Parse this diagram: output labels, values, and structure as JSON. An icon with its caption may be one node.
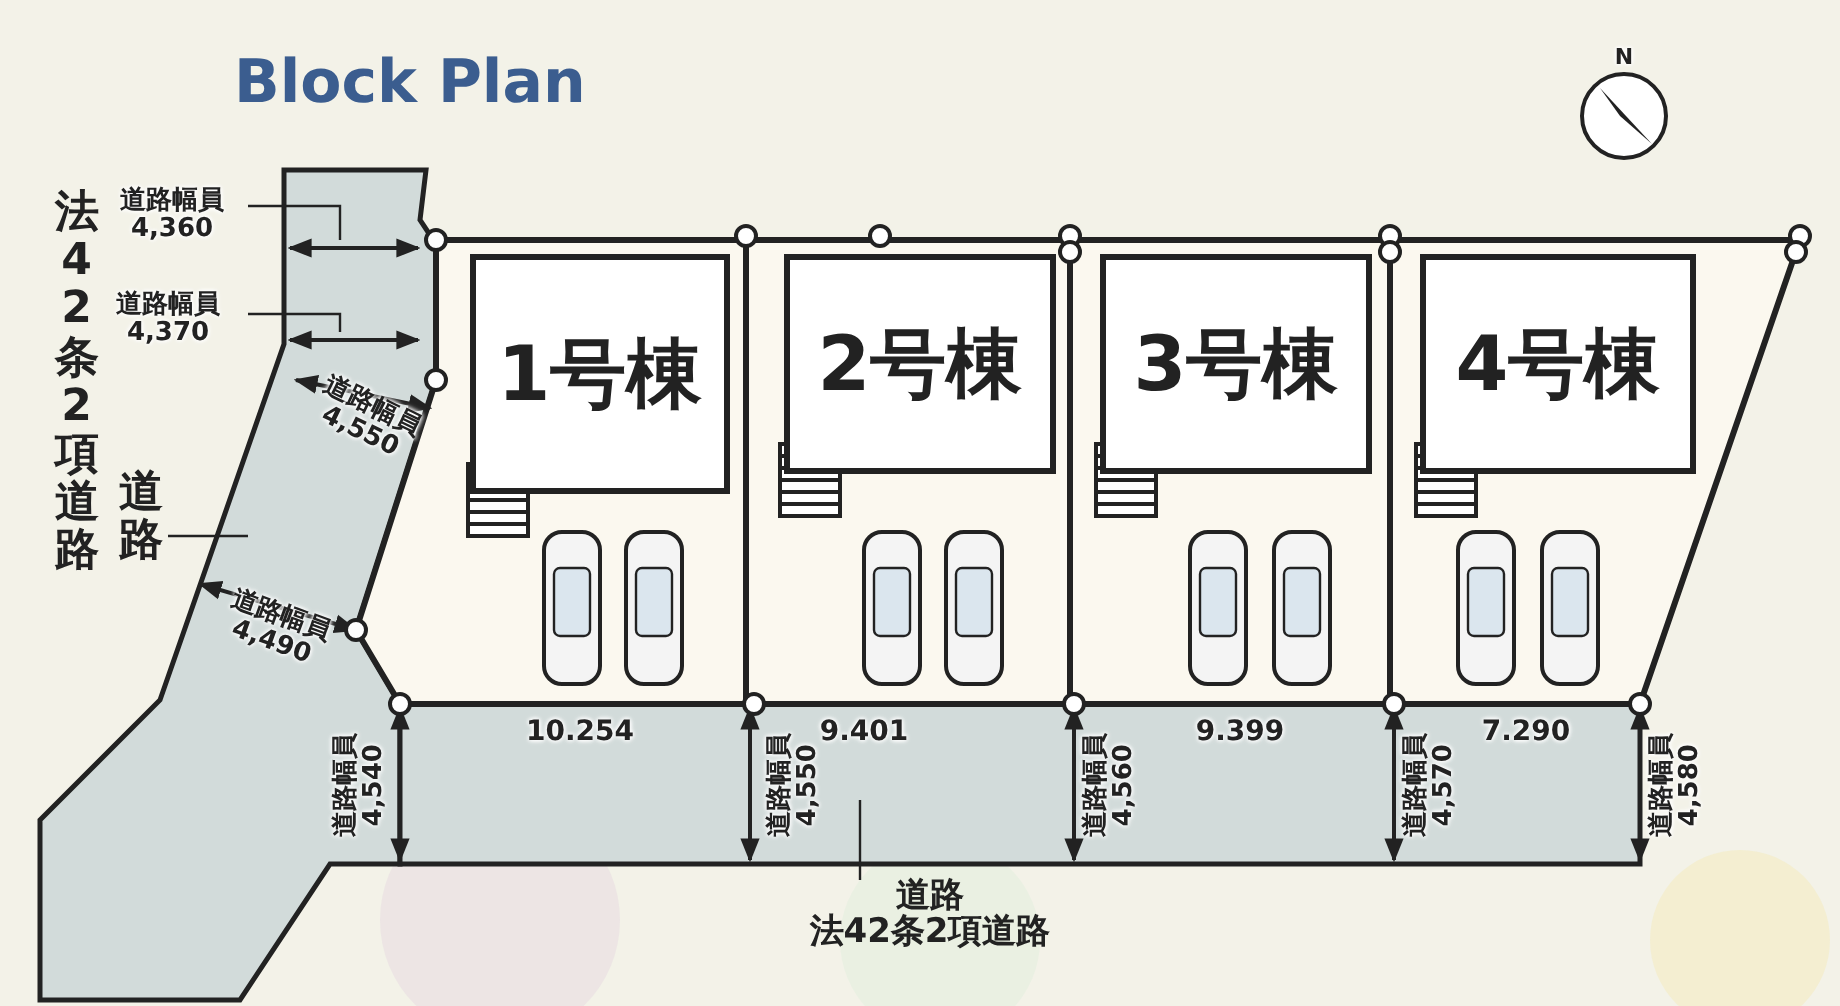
{
  "diagram": {
    "title": "Block Plan",
    "nodes": [
      {
        "text": [
          "1号棟"
        ]
      },
      {
        "text": [
          "2号棟"
        ]
      },
      {
        "text": [
          "3号棟"
        ]
      },
      {
        "text": [
          "4号棟"
        ]
      },
      {
        "text": [
          "道路幅員 4,360"
        ]
      },
      {
        "text": [
          "道路幅員 4,370"
        ]
      },
      {
        "text": [
          "法42条2項道路",
          "道路"
        ]
      },
      {
        "text": [
          "道路",
          "法42条2項道路"
        ]
      }
    ],
    "edges": [
      {
        "from": 4,
        "to": null,
        "arrow": "none"
      },
      {
        "from": 5,
        "to": null,
        "arrow": "none"
      },
      {
        "from": 6,
        "to": null,
        "arrow": "none"
      },
      {
        "from": 7,
        "to": null,
        "arrow": "none"
      }
    ],
    "labels": [
      "N",
      "道路幅員 4,550",
      "道路幅員 4,490",
      "10.254",
      "9.401",
      "9.399",
      "7.290",
      "道路幅員 4,540",
      "道路幅員 4,550",
      "道路幅員 4,560",
      "道路幅員 4,570",
      "道路幅員 4,580"
    ]
  }
}
